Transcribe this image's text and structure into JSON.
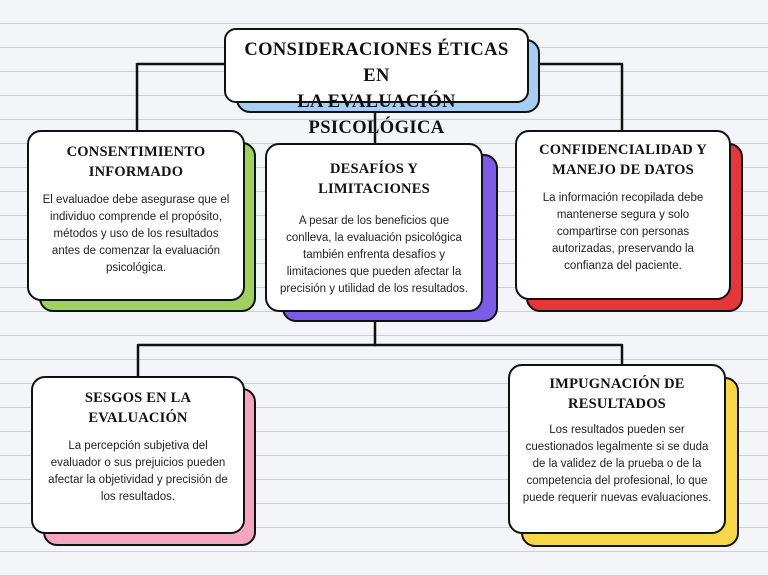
{
  "main": {
    "title_line1": "CONSIDERACIONES ÉTICAS EN",
    "title_line2": "LA EVALUACIÓN PSICOLÓGICA",
    "accent": "#a8cdf5"
  },
  "cards": {
    "consentimiento": {
      "title_line1": "CONSENTIMIENTO",
      "title_line2": "INFORMADO",
      "body": "El evaluadoe debe asegurase que el individuo comprende el propósito, métodos y uso de los resultados antes de comenzar la evaluación psicológica.",
      "accent": "#9fd15e"
    },
    "desafios": {
      "title_line1": "DESAFÍOS Y LIMITACIONES",
      "body": "A pesar de los beneficios que conlleva, la evaluación psicológica también enfrenta desafíos y limitaciones que pueden afectar la precisión y utilidad de los resultados.",
      "accent": "#7b5ce6"
    },
    "confidencialidad": {
      "title_line1": "CONFIDENCIALIDAD Y",
      "title_line2": "MANEJO DE DATOS",
      "body": "La información recopilada debe mantenerse segura y solo compartirse con personas autorizadas, preservando la confianza del paciente.",
      "accent": "#e5363c"
    },
    "sesgos": {
      "title_line1": "SESGOS EN LA",
      "title_line2": "EVALUACIÓN",
      "body": "La percepción subjetiva del evaluador o sus prejuicios pueden afectar la objetividad y precisión de los resultados.",
      "accent": "#f4a6c0"
    },
    "impugnacion": {
      "title_line1": "IMPUGNACIÓN DE",
      "title_line2": "RESULTADOS",
      "body": "Los resultados pueden ser cuestionados legalmente si se duda de la validez de la prueba o de la competencia del profesional, lo que puede requerir nuevas evaluaciones.",
      "accent": "#f7d64a"
    }
  }
}
